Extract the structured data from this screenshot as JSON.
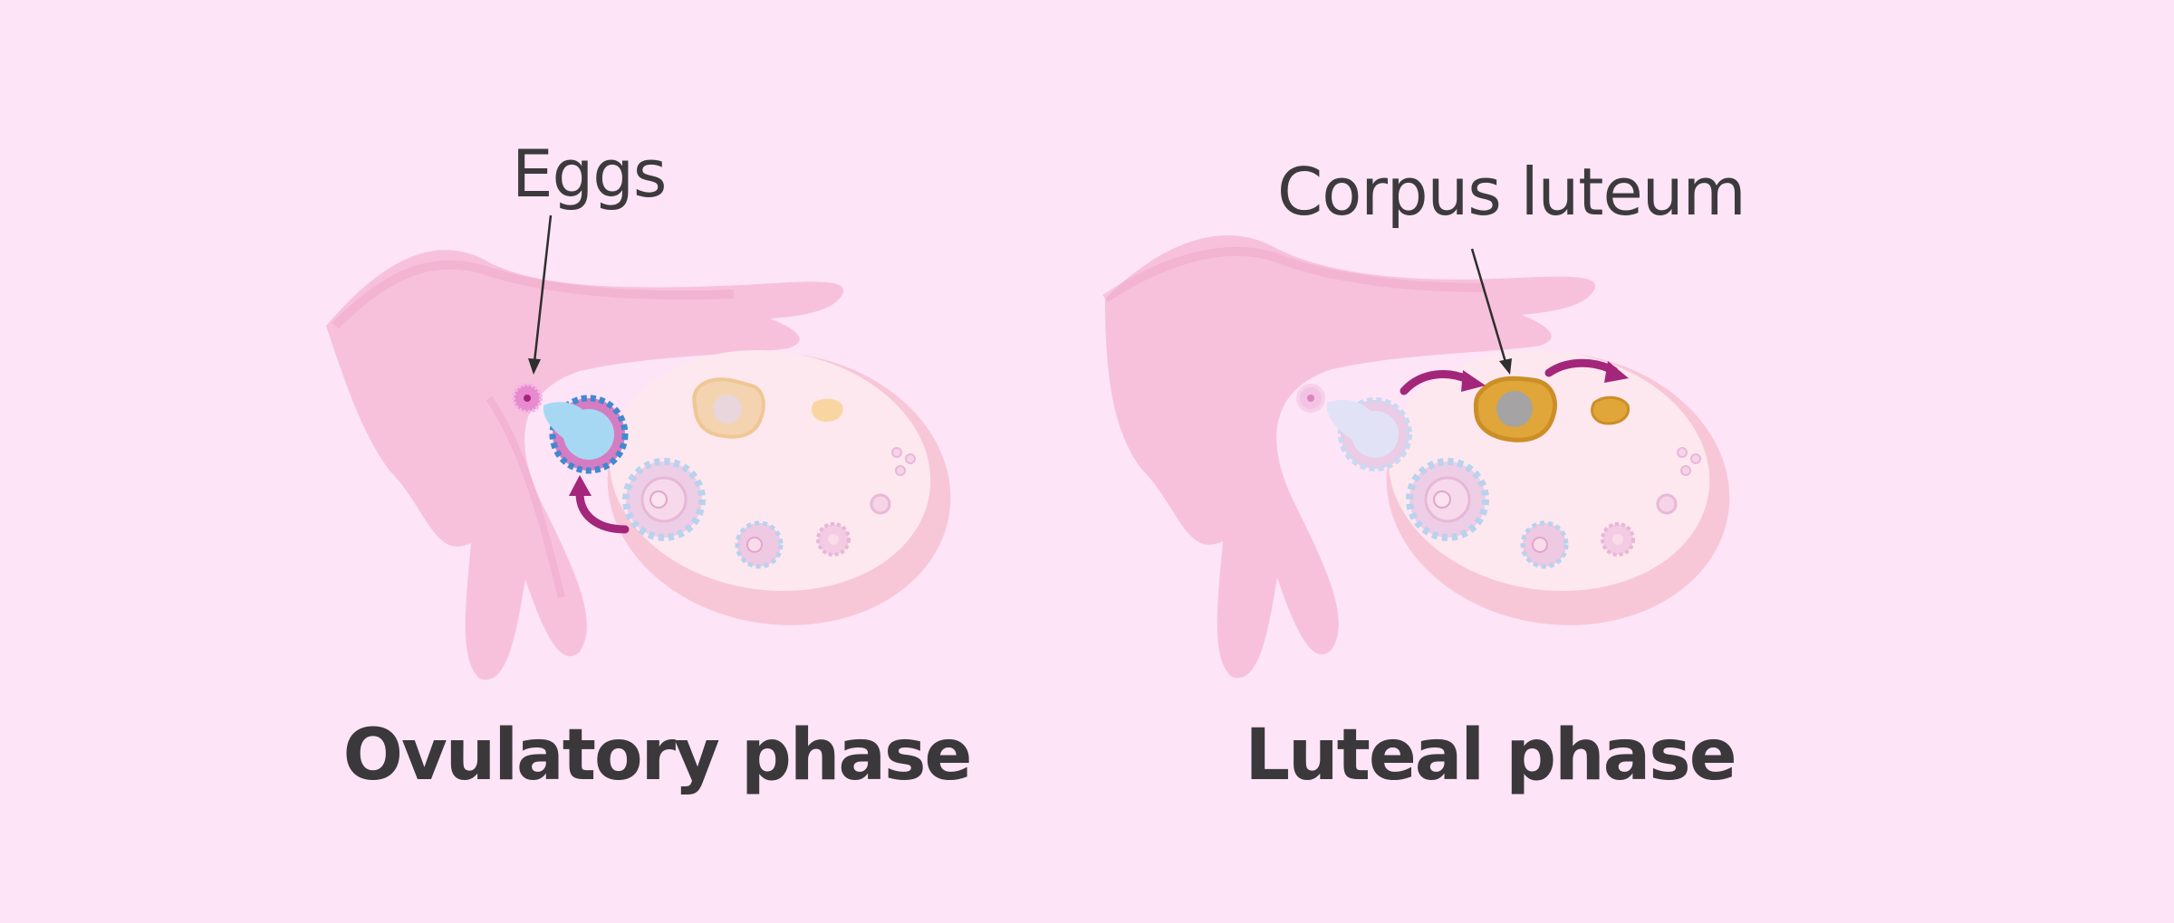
{
  "panels": [
    {
      "label": "Eggs",
      "title": "Ovulatory phase"
    },
    {
      "label": "Corpus luteum",
      "title": "Luteal phase"
    }
  ],
  "colors": {
    "background": "#fde4f7",
    "tube": "#f4b8d5",
    "ovary": "#fde7ef",
    "follicle_blue": "#8ecbf0",
    "corpus_luteum": "#e4a83c",
    "arrow": "#a3267b",
    "text": "#3a383b"
  }
}
